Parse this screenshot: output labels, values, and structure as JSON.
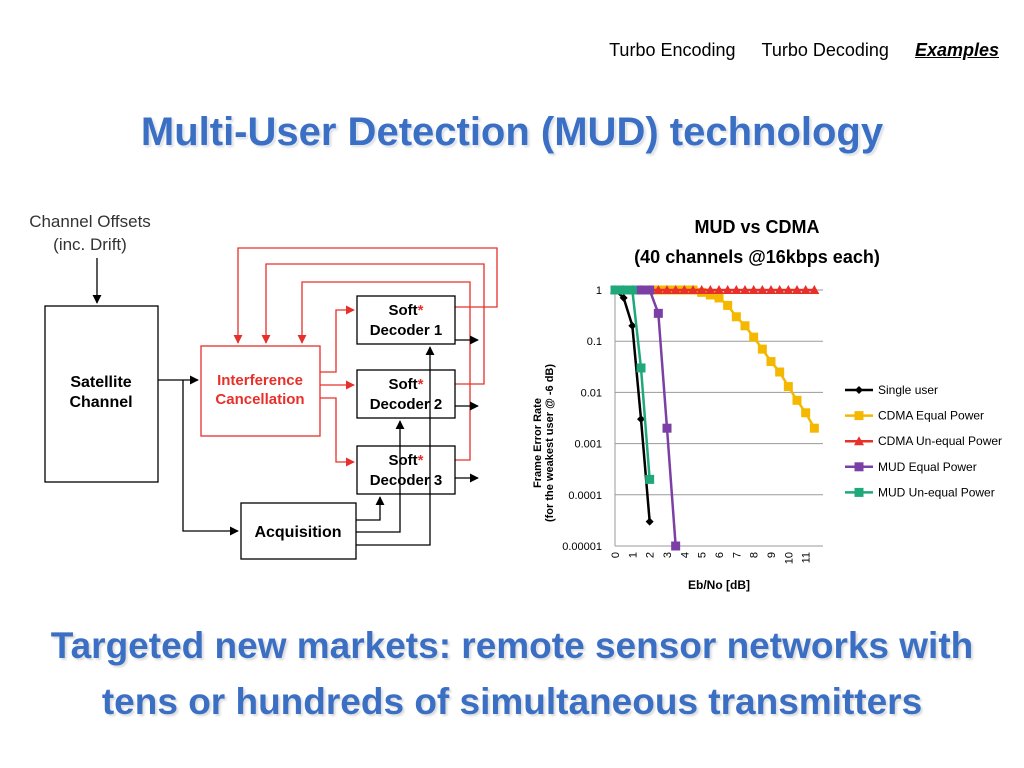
{
  "nav": {
    "items": [
      {
        "label": "Turbo Encoding",
        "active": false
      },
      {
        "label": "Turbo Decoding",
        "active": false
      },
      {
        "label": "Examples",
        "active": true
      }
    ]
  },
  "title": "Multi-User Detection (MUD) technology",
  "footer": {
    "line1": "Targeted new markets: remote sensor networks with",
    "line2": "tens or hundreds of simultaneous transmitters"
  },
  "diagram": {
    "channel_offsets_line1": "Channel Offsets",
    "channel_offsets_line2": "(inc. Drift)",
    "satellite_line1": "Satellite",
    "satellite_line2": "Channel",
    "interference_line1": "Interference",
    "interference_line2": "Cancellation",
    "acquisition": "Acquisition",
    "decoders": [
      {
        "line1": "Soft",
        "star": "*",
        "line2": "Decoder 1"
      },
      {
        "line1": "Soft",
        "star": "*",
        "line2": "Decoder 2"
      },
      {
        "line1": "Soft",
        "star": "*",
        "line2": "Decoder 3"
      }
    ],
    "colors": {
      "red": "#e8302a",
      "black": "#000000"
    }
  },
  "chart_data": {
    "type": "line",
    "title_line1": "MUD vs CDMA",
    "title_line2": "(40 channels @16kbps each)",
    "xlabel": "Eb/No [dB]",
    "ylabel_line1": "Frame Error Rate",
    "ylabel_line2": "(for the weakest user @ -6 dB)",
    "y_scale": "log",
    "ylim": [
      1e-05,
      1
    ],
    "y_ticks": [
      "1",
      "0.1",
      "0.01",
      "0.001",
      "0.0001",
      "0.00001"
    ],
    "x_ticks": [
      "0",
      "1",
      "2",
      "3",
      "4",
      "5",
      "6",
      "7",
      "8",
      "9",
      "10",
      "11"
    ],
    "xlim": [
      0,
      12
    ],
    "grid": true,
    "legend_position": "right",
    "series": [
      {
        "name": "Single user",
        "color": "#000000",
        "marker": "diamond",
        "x": [
          0,
          0.5,
          1,
          1.5,
          2
        ],
        "y": [
          1,
          0.7,
          0.2,
          0.003,
          3e-05
        ]
      },
      {
        "name": "CDMA Equal Power",
        "color": "#f5b800",
        "marker": "square",
        "x": [
          0,
          0.5,
          1,
          1.5,
          2,
          2.5,
          3,
          3.5,
          4,
          4.5,
          5,
          5.5,
          6,
          6.5,
          7,
          7.5,
          8,
          8.5,
          9,
          9.5,
          10,
          10.5,
          11,
          11.5
        ],
        "y": [
          1,
          1,
          1,
          1,
          1,
          1,
          1,
          1,
          1,
          1,
          0.9,
          0.8,
          0.7,
          0.5,
          0.3,
          0.2,
          0.12,
          0.07,
          0.04,
          0.025,
          0.013,
          0.007,
          0.004,
          0.002
        ]
      },
      {
        "name": "CDMA Un-equal Power",
        "color": "#e8302a",
        "marker": "triangle",
        "x": [
          0,
          0.5,
          1,
          1.5,
          2,
          2.5,
          3,
          3.5,
          4,
          4.5,
          5,
          5.5,
          6,
          6.5,
          7,
          7.5,
          8,
          8.5,
          9,
          9.5,
          10,
          10.5,
          11,
          11.5
        ],
        "y": [
          1,
          1,
          1,
          1,
          1,
          1,
          1,
          1,
          1,
          1,
          1,
          1,
          1,
          1,
          1,
          1,
          1,
          1,
          1,
          1,
          1,
          1,
          1,
          1
        ]
      },
      {
        "name": "MUD Equal Power",
        "color": "#7b3fa6",
        "marker": "square",
        "x": [
          0,
          0.5,
          1,
          1.5,
          2,
          2.5,
          3,
          3.5
        ],
        "y": [
          1,
          1,
          1,
          1,
          1,
          0.35,
          0.002,
          1e-05
        ]
      },
      {
        "name": "MUD Un-equal Power",
        "color": "#1fa87a",
        "marker": "square",
        "x": [
          0,
          0.5,
          1,
          1.5,
          2
        ],
        "y": [
          1,
          1,
          1,
          0.03,
          0.0002
        ]
      }
    ]
  }
}
